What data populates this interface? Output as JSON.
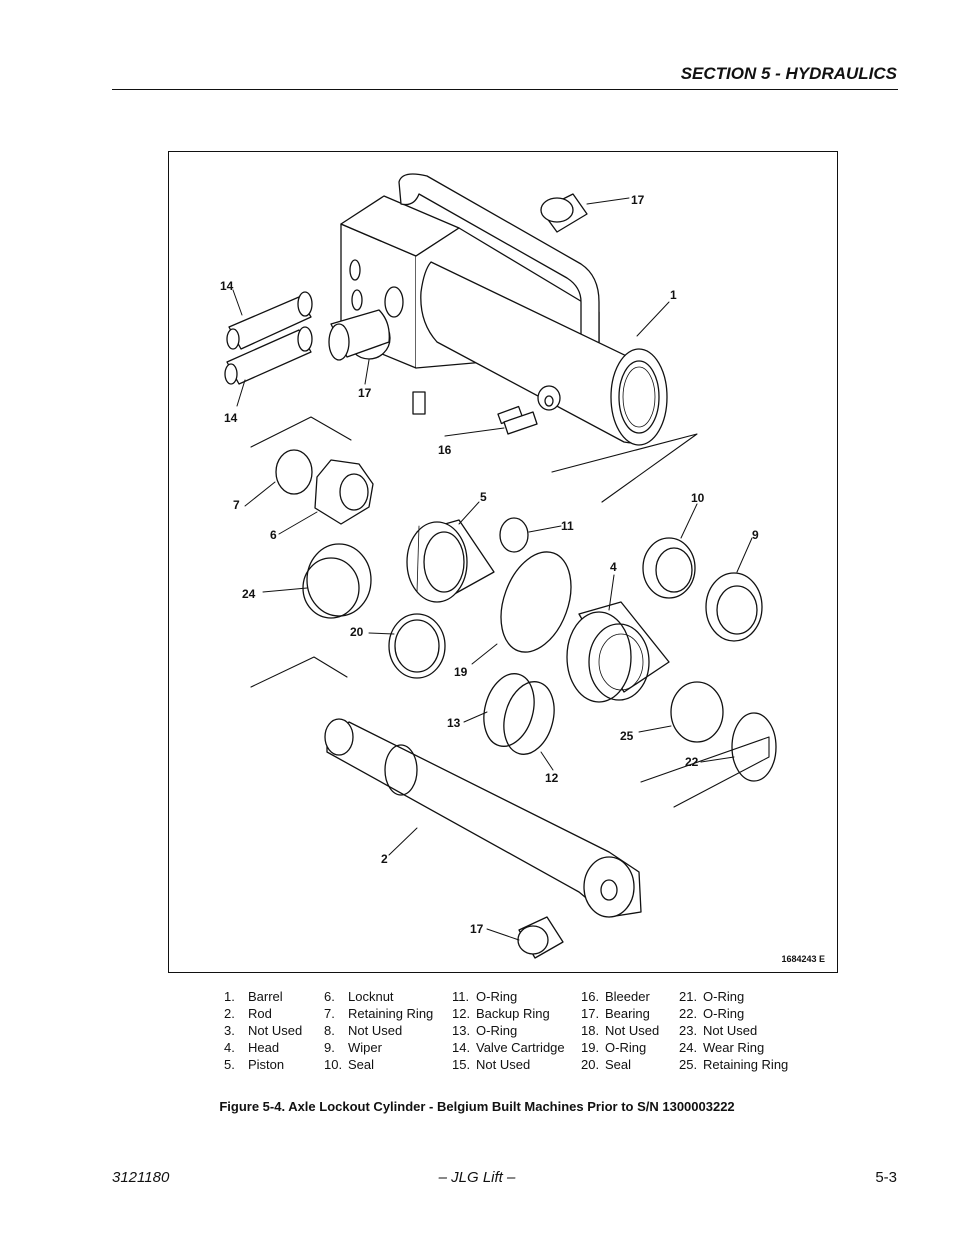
{
  "header": {
    "section_title": "SECTION 5 - HYDRAULICS"
  },
  "figure": {
    "drawing_code": "1684243 E",
    "callouts": [
      {
        "id": "c17a",
        "label": "17"
      },
      {
        "id": "c1",
        "label": "1"
      },
      {
        "id": "c14a",
        "label": "14"
      },
      {
        "id": "c17b",
        "label": "17"
      },
      {
        "id": "c14b",
        "label": "14"
      },
      {
        "id": "c16",
        "label": "16"
      },
      {
        "id": "c7",
        "label": "7"
      },
      {
        "id": "c6",
        "label": "6"
      },
      {
        "id": "c5",
        "label": "5"
      },
      {
        "id": "c11",
        "label": "11"
      },
      {
        "id": "c10",
        "label": "10"
      },
      {
        "id": "c9",
        "label": "9"
      },
      {
        "id": "c4",
        "label": "4"
      },
      {
        "id": "c24",
        "label": "24"
      },
      {
        "id": "c20",
        "label": "20"
      },
      {
        "id": "c19",
        "label": "19"
      },
      {
        "id": "c13",
        "label": "13"
      },
      {
        "id": "c25",
        "label": "25"
      },
      {
        "id": "c22",
        "label": "22"
      },
      {
        "id": "c12",
        "label": "12"
      },
      {
        "id": "c2",
        "label": "2"
      },
      {
        "id": "c17c",
        "label": "17"
      }
    ]
  },
  "parts_legend": {
    "columns": [
      [
        {
          "num": "1.",
          "name": "Barrel"
        },
        {
          "num": "2.",
          "name": "Rod"
        },
        {
          "num": "3.",
          "name": "Not Used"
        },
        {
          "num": "4.",
          "name": "Head"
        },
        {
          "num": "5.",
          "name": "Piston"
        }
      ],
      [
        {
          "num": "6.",
          "name": "Locknut"
        },
        {
          "num": "7.",
          "name": "Retaining Ring"
        },
        {
          "num": "8.",
          "name": "Not Used"
        },
        {
          "num": "9.",
          "name": "Wiper"
        },
        {
          "num": "10.",
          "name": "Seal"
        }
      ],
      [
        {
          "num": "11.",
          "name": "O-Ring"
        },
        {
          "num": "12.",
          "name": "Backup Ring"
        },
        {
          "num": "13.",
          "name": "O-Ring"
        },
        {
          "num": "14.",
          "name": "Valve Cartridge"
        },
        {
          "num": "15.",
          "name": "Not Used"
        }
      ],
      [
        {
          "num": "16.",
          "name": "Bleeder"
        },
        {
          "num": "17.",
          "name": "Bearing"
        },
        {
          "num": "18.",
          "name": "Not Used"
        },
        {
          "num": "19.",
          "name": "O-Ring"
        },
        {
          "num": "20.",
          "name": "Seal"
        }
      ],
      [
        {
          "num": "21.",
          "name": "O-Ring"
        },
        {
          "num": "22.",
          "name": "O-Ring"
        },
        {
          "num": "23.",
          "name": "Not Used"
        },
        {
          "num": "24.",
          "name": "Wear Ring"
        },
        {
          "num": "25.",
          "name": "Retaining Ring"
        }
      ]
    ]
  },
  "caption": "Figure 5-4.  Axle Lockout Cylinder - Belgium Built Machines Prior to S/N 1300003222",
  "footer": {
    "doc_number": "3121180",
    "center": "– JLG Lift –",
    "page": "5-3"
  }
}
